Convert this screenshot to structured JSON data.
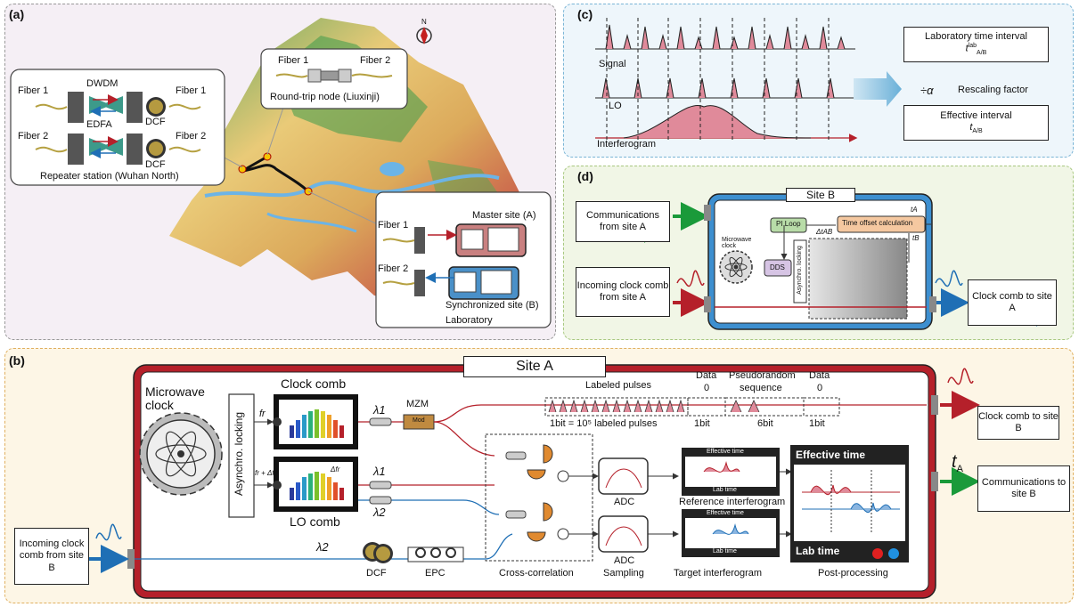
{
  "panels": {
    "a": "(a)",
    "b": "(b)",
    "c": "(c)",
    "d": "(d)"
  },
  "panel_a": {
    "north": "N",
    "fiber1": "Fiber 1",
    "fiber2": "Fiber 2",
    "dwdm": "DWDM",
    "edfa": "EDFA",
    "dcf": "DCF",
    "repeater": "Repeater station (Wuhan North)",
    "roundtrip": "Round-trip node (Liuxinji)",
    "master": "Master site (A)",
    "synced": "Synchronized site (B)",
    "lab": "Laboratory"
  },
  "panel_c": {
    "signal": "Signal",
    "lo": "LO",
    "interferogram": "Interferogram",
    "lab_interval": "Laboratory time interval",
    "lab_sym": "t",
    "lab_sup": "lab",
    "lab_sub": "A/B",
    "div_alpha": "÷α",
    "rescaling": "Rescaling factor",
    "eff_interval": "Effective interval",
    "eff_sym": "t",
    "eff_sub": "A/B"
  },
  "panel_d": {
    "site": "Site B",
    "comm_from_a": "Communications from site A",
    "incoming": "Incoming clock comb from site A",
    "clock_to_a": "Clock comb to site A",
    "pi_loop": "PI Loop",
    "time_offset": "Time offset calculation",
    "microwave": "Microwave clock",
    "dds": "DDS",
    "asynchro": "Asynchro. locking",
    "ta": "tA",
    "tb": "tB",
    "delta": "ΔtAB"
  },
  "panel_b": {
    "site": "Site A",
    "microwave": "Microwave clock",
    "asynchro": "Asynchro. locking",
    "clock_comb": "Clock comb",
    "lo_comb": "LO comb",
    "fr": "fr",
    "fr_df": "fr + Δfr",
    "dfr": "Δfr",
    "lambda1": "λ1",
    "lambda2": "λ2",
    "mzm": "MZM",
    "mod": "Mod",
    "labeled": "Labeled pulses",
    "data0a": "Data",
    "zero_a": "0",
    "pseudo": "Pseudorandom",
    "sequence": "sequence",
    "data0b": "Data",
    "zero_b": "0",
    "onebit_eq": "1bit = 10⁵ labeled pulses",
    "onebit_a": "1bit",
    "sixbit": "6bit",
    "onebit_b": "1bit",
    "adc1": "ADC",
    "adc2": "ADC",
    "sampling": "Sampling",
    "ref_interf": "Reference interferogram",
    "target_interf": "Target interferogram",
    "effective_time": "Effective time",
    "lab_time": "Lab time",
    "eff_small": "Effective time",
    "lab_small": "Lab time",
    "post": "Post-processing",
    "cross": "Cross-correlation",
    "dcf": "DCF",
    "epc": "EPC",
    "clock_to_b": "Clock comb to site B",
    "ta": "t",
    "ta_sub": "A",
    "comm_to_b": "Communications to site B",
    "incoming": "Incoming clock comb from site B"
  },
  "colors": {
    "red": "#b5202a",
    "blue": "#1f6fb5",
    "green": "#1a9a3a",
    "paleblue": "#eef6fb",
    "palegreen": "#f1f6e6",
    "palepurple": "#f5eff5",
    "paleyellow": "#fdf6e6"
  }
}
